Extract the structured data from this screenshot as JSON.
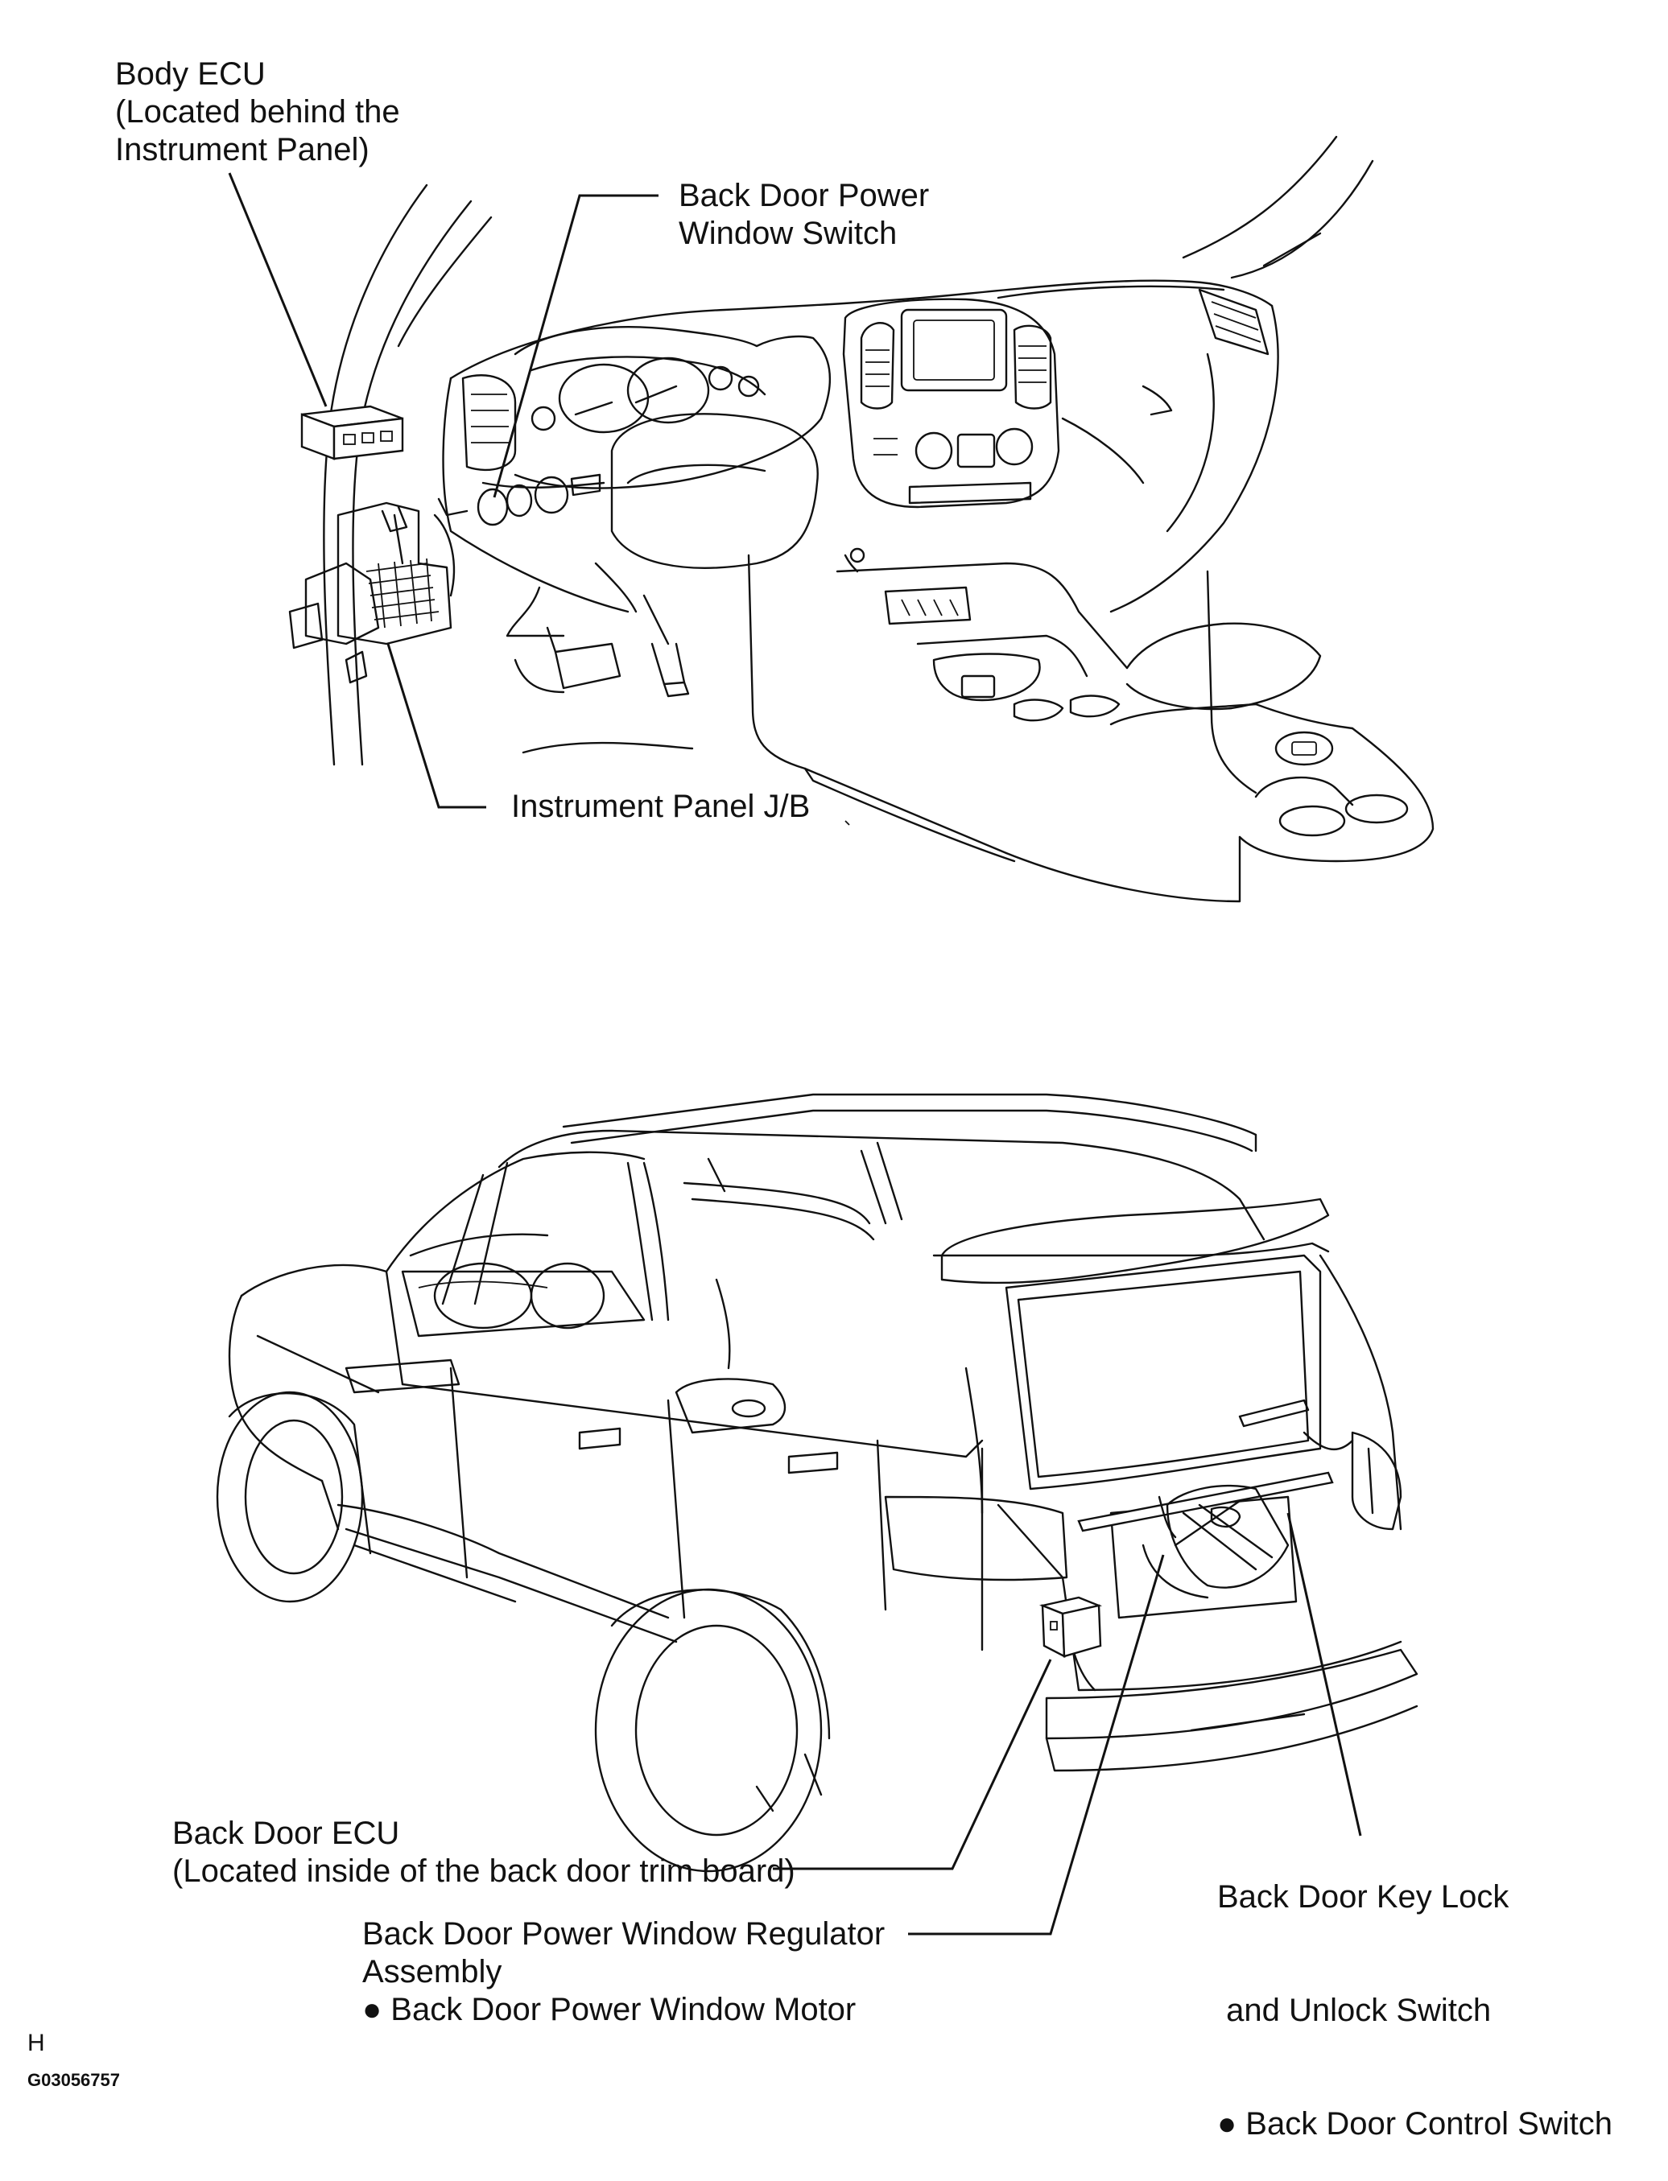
{
  "labels": {
    "body_ecu": [
      "Body ECU",
      "(Located behind the",
      "Instrument Panel)"
    ],
    "back_door_pw_switch": [
      "Back Door Power",
      "Window Switch"
    ],
    "instrument_panel_jb": [
      "Instrument Panel J/B"
    ],
    "back_door_ecu": [
      "Back Door ECU",
      "(Located inside of the back door trim board)"
    ],
    "regulator_assembly": [
      "Back Door Power Window Regulator",
      "Assembly",
      "● Back Door Power Window Motor"
    ],
    "key_lock_switch": [
      "Back Door Key Lock",
      " and Unlock Switch",
      "● Back Door Control Switch"
    ]
  },
  "footer": {
    "code": "H",
    "figure_id": "G03056757"
  }
}
